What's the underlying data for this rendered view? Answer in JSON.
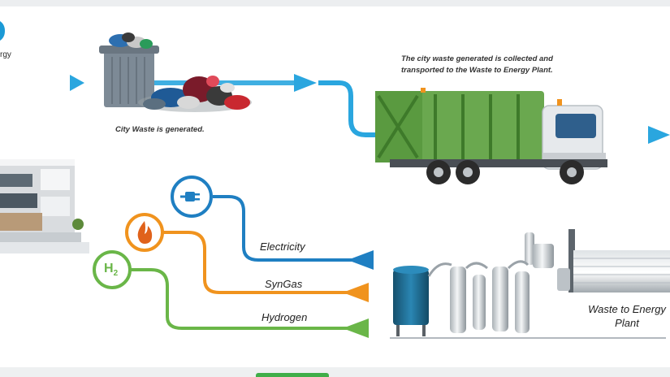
{
  "top_left_fragment": "rgy",
  "caption_city_waste": "City Waste is generated.",
  "caption_collected": "The city waste generated is collected and transported to the Waste to Energy Plant.",
  "flows": [
    {
      "label": "Electricity",
      "color": "#1f7fc2",
      "icon": "power-plug-icon"
    },
    {
      "label": "SynGas",
      "color": "#f0931e",
      "icon": "flame-icon"
    },
    {
      "label": "Hydrogen",
      "color": "#6ab648",
      "icon": "hydrogen-icon",
      "icon_text": "H",
      "icon_sub": "2"
    }
  ],
  "plant_label": "Waste to Energy Plant",
  "colors": {
    "main_arrow": "#2aa6df",
    "truck_body": "#6aa84f",
    "truck_cab": "#e6e9ec",
    "tank": "#1f6f95"
  }
}
